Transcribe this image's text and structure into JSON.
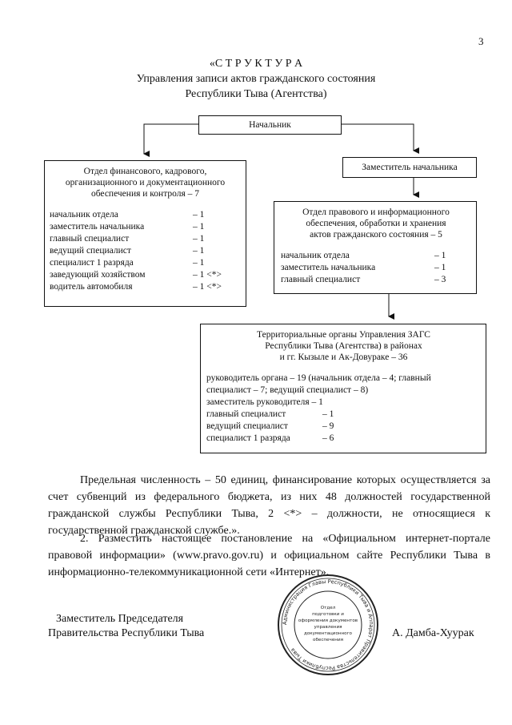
{
  "page_number": "3",
  "title": {
    "line1": "«С Т Р У К Т У Р А",
    "line2": "Управления записи актов гражданского состояния",
    "line3": "Республики Тыва (Агентства)"
  },
  "chart": {
    "head": "Начальник",
    "deputy": "Заместитель начальника",
    "finance_dept": {
      "heading": [
        "Отдел финансового, кадрового,",
        "организационного и документационного",
        "обеспечения и контроля – 7"
      ],
      "staff": [
        {
          "label": "начальник отдела",
          "value": "– 1"
        },
        {
          "label": "заместитель начальника",
          "value": "– 1"
        },
        {
          "label": "главный специалист",
          "value": "– 1"
        },
        {
          "label": "ведущий специалист",
          "value": "– 1"
        },
        {
          "label": "специалист 1 разряда",
          "value": "– 1"
        },
        {
          "label": "заведующий хозяйством",
          "value": "– 1 <*>"
        },
        {
          "label": "водитель автомобиля",
          "value": "– 1 <*>"
        }
      ]
    },
    "legal_dept": {
      "heading": [
        "Отдел правового и информационного",
        "обеспечения, обработки и хранения",
        "актов гражданского состояния – 5"
      ],
      "staff": [
        {
          "label": "начальник отдела",
          "value": "– 1"
        },
        {
          "label": "заместитель начальника",
          "value": "– 1"
        },
        {
          "label": "главный специалист",
          "value": "– 3"
        }
      ]
    },
    "territorial": {
      "heading": [
        "Территориальные органы Управления ЗАГС",
        "Республики Тыва (Агентства) в районах",
        "и гг. Кызыле и Ак-Довураке – 36"
      ],
      "lead_line1": "руководитель органа – 19 (начальник отдела – 4; главный",
      "lead_line2": "специалист – 7; ведущий специалист – 8)",
      "deputy_line": "заместитель руководителя – 1",
      "staff": [
        {
          "label": "главный специалист",
          "value": "– 1"
        },
        {
          "label": "ведущий специалист",
          "value": "– 9"
        },
        {
          "label": "специалист 1 разряда",
          "value": "– 6"
        }
      ]
    }
  },
  "paragraphs": {
    "p1": "Предельная численность – 50 единиц, финансирование которых осуществляется за счет субвенций из федерального бюджета, из них 48 должностей государственной гражданской службы Республики Тыва, 2 <*> – должности, не относящиеся к государственной гражданской службе.».",
    "p2": "2. Разместить настоящее постановление на «Официальном интернет-портале правовой информации» (www.pravo.gov.ru) и официальном сайте Республики Тыва в информационно-телекоммуникационной сети «Интернет»."
  },
  "signature": {
    "position_line1": "Заместитель Председателя",
    "position_line2": "Правительства Республики Тыва",
    "name": "А. Дамба-Хуурак"
  },
  "stamp": {
    "ring_text": "Администрация Главы Республики Тыва и Аппарат Правительства Республики Тыва",
    "center_lines": [
      "Отдел",
      "подготовки и",
      "оформления документов",
      "управления",
      "документационного",
      "обеспечения"
    ]
  }
}
